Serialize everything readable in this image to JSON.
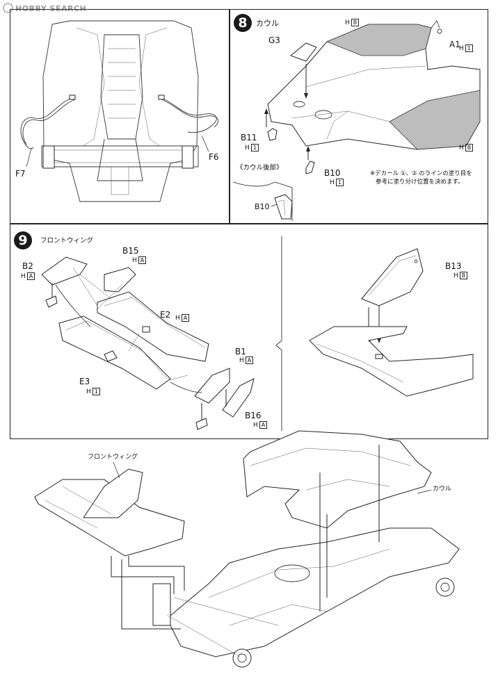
{
  "watermark": "HOBBY SEARCH",
  "step8": {
    "number": "8",
    "title": "カウル",
    "parts": {
      "a1": "A1",
      "g3": "G3",
      "b11": "B11",
      "b10": "B10",
      "b10_inset": "B10"
    },
    "runners": {
      "a1": {
        "h": "H",
        "n": "1"
      },
      "b11": {
        "h": "H",
        "n": "1"
      },
      "b10": {
        "h": "H",
        "n": "1"
      },
      "top_hb": {
        "h": "H",
        "n": "B"
      },
      "right_hb": {
        "h": "H",
        "n": "B"
      }
    },
    "inset_title": "《カウル後部》",
    "note_line1": "※デカール ①、② のラインの塗り目を",
    "note_line2": "参考に塗り分け位置を決めます。"
  },
  "step7_tail": {
    "parts": {
      "f7": "F7",
      "f6": "F6"
    }
  },
  "step9": {
    "number": "9",
    "title": "フロントウィング",
    "parts": {
      "b15": "B15",
      "b2": "B2",
      "e2": "E2",
      "e3": "E3",
      "b1": "B1",
      "b16": "B16",
      "b13": "B13"
    },
    "runners": {
      "b15": {
        "h": "H",
        "n": "A"
      },
      "b2": {
        "h": "H",
        "n": "A"
      },
      "e2": {
        "h": "H",
        "n": "A"
      },
      "e3": {
        "h": "H",
        "n": "1"
      },
      "b1": {
        "h": "H",
        "n": "A"
      },
      "b16": {
        "h": "H",
        "n": "A"
      },
      "b13": {
        "h": "H",
        "n": "B"
      }
    }
  },
  "final_assembly": {
    "front_wing_label": "フロントウィング",
    "cowl_label": "カウル"
  }
}
